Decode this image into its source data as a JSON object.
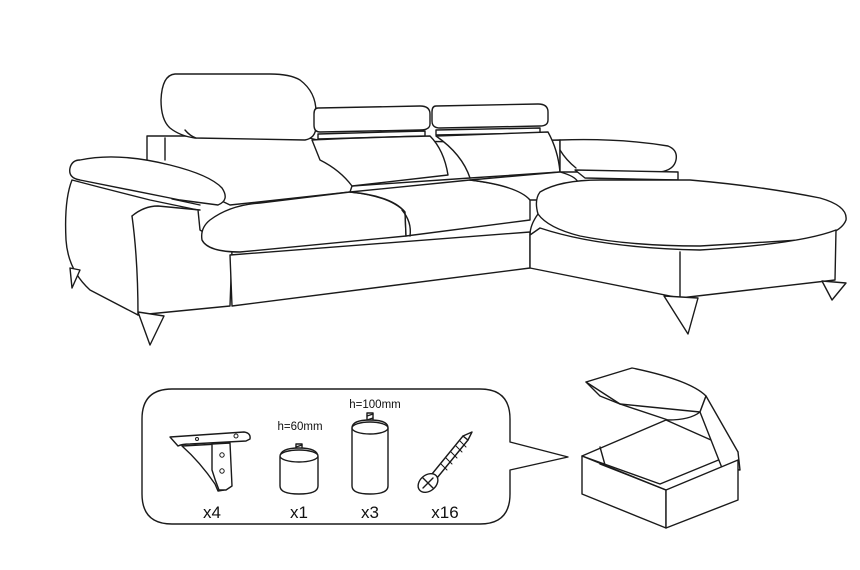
{
  "parts": [
    {
      "part": "leg-bracket",
      "quantity": "x4",
      "height_label": ""
    },
    {
      "part": "foot-short",
      "quantity": "x1",
      "height_label": "h=60mm"
    },
    {
      "part": "foot-tall",
      "quantity": "x3",
      "height_label": "h=100mm"
    },
    {
      "part": "screw",
      "quantity": "x16",
      "height_label": ""
    }
  ],
  "colors": {
    "line": "#1a1a1a",
    "background": "#ffffff"
  }
}
